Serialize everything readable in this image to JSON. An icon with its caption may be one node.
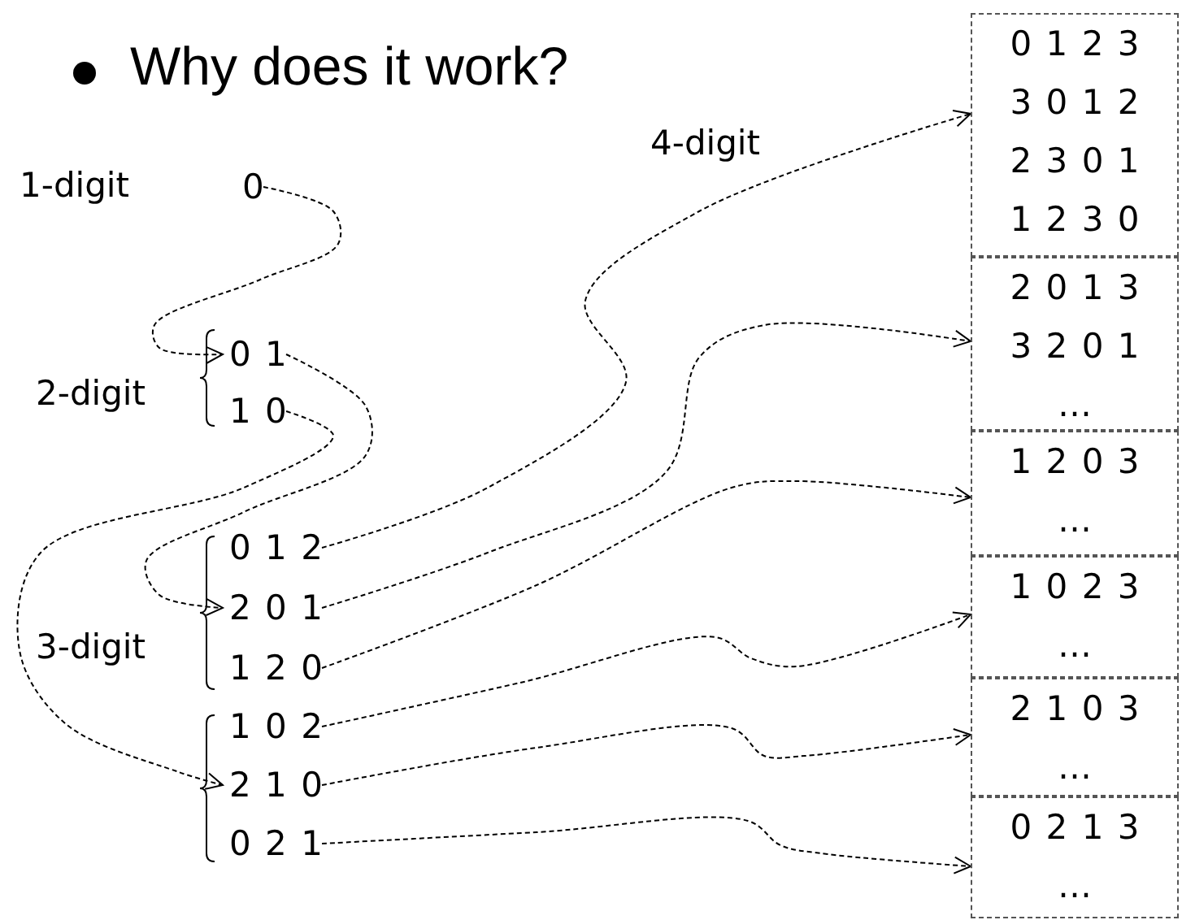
{
  "diagram": {
    "title": "Why does it work?",
    "nodes": [
      {
        "text": [
          "0"
        ]
      },
      {
        "text": [
          "0 1"
        ]
      },
      {
        "text": [
          "1 0"
        ]
      },
      {
        "text": [
          "0 1 2"
        ]
      },
      {
        "text": [
          "2 0 1"
        ]
      },
      {
        "text": [
          "1 2 0"
        ]
      },
      {
        "text": [
          "1 0 2"
        ]
      },
      {
        "text": [
          "2 1 0"
        ]
      },
      {
        "text": [
          "0 2 1"
        ]
      },
      {
        "text": [
          "0 1 2 3",
          "3 0 1 2",
          "2 3 0 1",
          "1 2 3 0"
        ]
      },
      {
        "text": [
          "2 0 1 3",
          "3 2 0 1",
          "…"
        ]
      },
      {
        "text": [
          "1 2 0 3",
          "…"
        ]
      },
      {
        "text": [
          "1 0 2 3",
          "…"
        ]
      },
      {
        "text": [
          "2 1 0 3",
          "…"
        ]
      },
      {
        "text": [
          "0 2 1 3",
          "…"
        ]
      }
    ],
    "edges": [
      {
        "from": 0,
        "to": 1,
        "arrow": "to",
        "style": "dashed"
      },
      {
        "from": 1,
        "to": 4,
        "arrow": "to",
        "style": "dashed"
      },
      {
        "from": 2,
        "to": 7,
        "arrow": "to",
        "style": "dashed"
      },
      {
        "from": 3,
        "to": 9,
        "arrow": "to",
        "style": "dashed"
      },
      {
        "from": 4,
        "to": 10,
        "arrow": "to",
        "style": "dashed"
      },
      {
        "from": 5,
        "to": 11,
        "arrow": "to",
        "style": "dashed"
      },
      {
        "from": 6,
        "to": 12,
        "arrow": "to",
        "style": "dashed"
      },
      {
        "from": 7,
        "to": 13,
        "arrow": "to",
        "style": "dashed"
      },
      {
        "from": 8,
        "to": 14,
        "arrow": "to",
        "style": "dashed"
      }
    ],
    "labels": [
      "1-digit",
      "2-digit",
      "3-digit",
      "4-digit"
    ]
  }
}
